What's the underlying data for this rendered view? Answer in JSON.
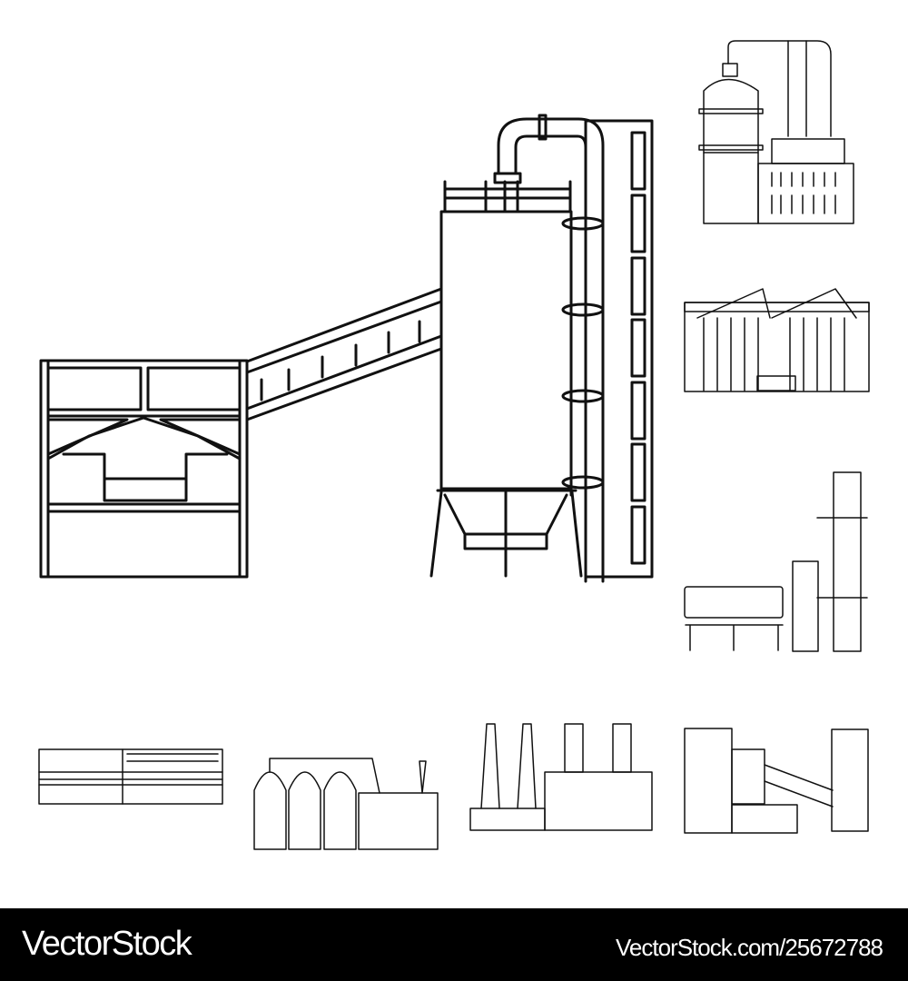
{
  "illustration": {
    "subject": "Industrial plant line-art icon set",
    "main_icon": "cement-plant-silo-with-conveyor",
    "icons": [
      "refinery-tower-with-pipes",
      "grain-silo-warehouse",
      "hopper-and-towers",
      "warehouse-building",
      "factory-with-silos",
      "factory-with-chimneys",
      "plant-with-conveyor-tower"
    ],
    "stroke_color": "#111111",
    "background_color": "#ffffff"
  },
  "footer": {
    "brand": "VectorStock",
    "reference": "VectorStock.com/25672788",
    "background_color": "#000000",
    "text_color": "#ffffff"
  }
}
